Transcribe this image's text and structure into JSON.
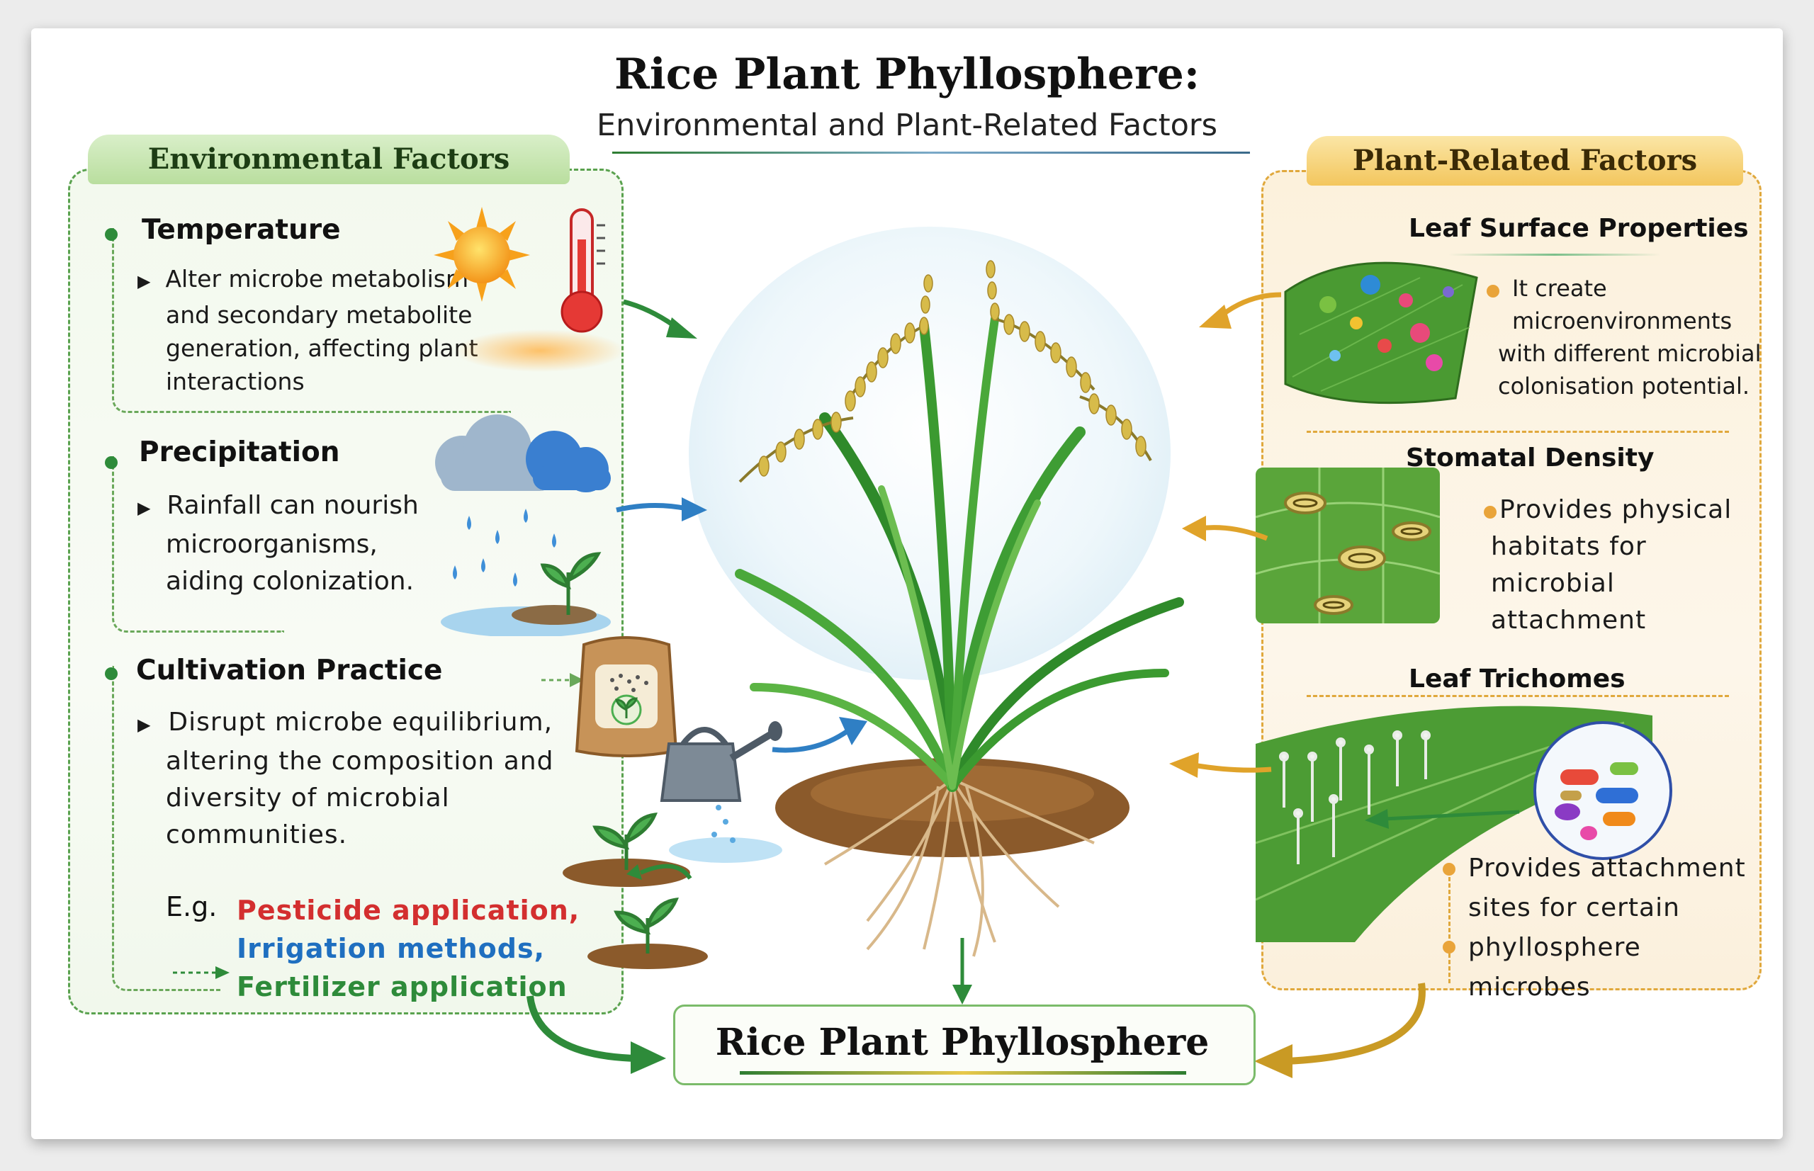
{
  "header": {
    "title": "Rice Plant Phyllosphere:",
    "subtitle": "Environmental and Plant-Related Factors"
  },
  "environmental": {
    "tab_label": "Environmental Factors",
    "temperature": {
      "heading": "Temperature",
      "lines": [
        "Alter microbe metabolism",
        "and secondary metabolite",
        "generation, affecting plant",
        "interactions"
      ]
    },
    "precipitation": {
      "heading": "Precipitation",
      "lines": [
        "Rainfall   can nourish",
        "microorganisms,",
        "aiding colonization."
      ]
    },
    "cultivation": {
      "heading": "Cultivation Practice",
      "lines": [
        "Disrupt  microbe equilibrium,",
        "altering the composition and",
        "diversity  of    microbial",
        "communities."
      ],
      "eg_label": "E.g.",
      "examples": [
        "Pesticide application,",
        "Irrigation methods,",
        "Fertilizer application"
      ]
    }
  },
  "plant_related": {
    "tab_label": "Plant-Related Factors",
    "leaf_surface": {
      "heading": "Leaf Surface Properties",
      "lines": [
        "It create",
        "microenvironments",
        "with different microbial",
        "colonisation potential."
      ]
    },
    "stomatal": {
      "heading": "Stomatal Density",
      "lines": [
        "Provides  physical",
        "habitats  for  microbial",
        "attachment"
      ]
    },
    "trichomes": {
      "heading": "Leaf Trichomes",
      "lines": [
        "Provides  attachment",
        "sites    for    certain",
        "phyllosphere microbes"
      ]
    }
  },
  "center": {
    "result_label": "Rice Plant Phyllosphere"
  },
  "colors": {
    "env_green": "#2e8b3a",
    "plant_orange": "#e9a43a",
    "pesticide_red": "#d32f2f",
    "irrigation_blue": "#1f6fc0",
    "arrow_blue": "#2f7fc4",
    "arrow_gold": "#e0a32a"
  },
  "icons": [
    "sun-icon",
    "thermometer-icon",
    "rain-cloud-icon",
    "seedling-icon",
    "fertilizer-bag-icon",
    "watering-can-icon",
    "rice-plant-illustration",
    "leaf-surface-icon",
    "stomata-icon",
    "trichome-leaf-icon",
    "microbes-circle-icon"
  ]
}
